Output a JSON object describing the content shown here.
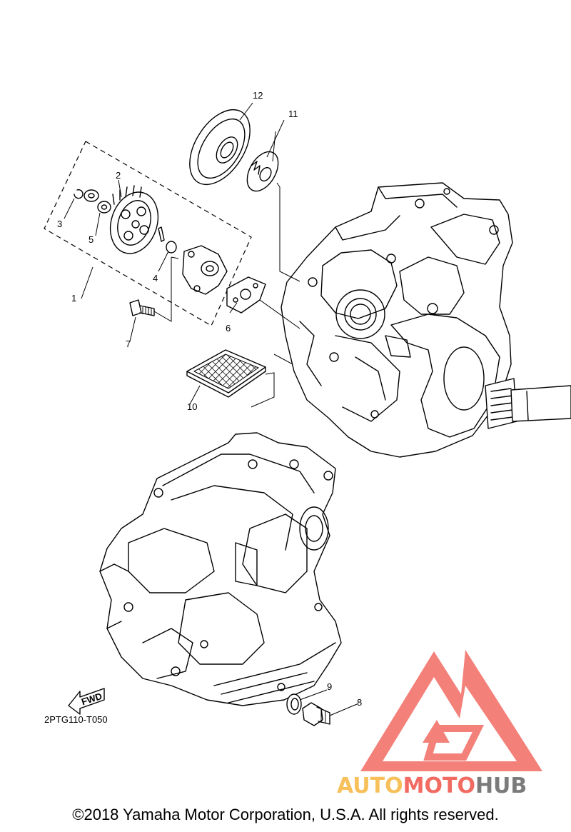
{
  "diagram": {
    "callouts": [
      "1",
      "2",
      "3",
      "4",
      "5",
      "6",
      "7",
      "8",
      "9",
      "10",
      "11",
      "12"
    ],
    "drawing_code": "2PTG110-T050",
    "fwd_label": "FWD"
  },
  "watermark": {
    "brand_part1": "AUTO",
    "brand_part2": "MOTO",
    "brand_part3": "HUB",
    "colors": {
      "auto": "#f7c05a",
      "moto": "#f26b62",
      "hub": "#7b7b7b",
      "logo": "#f26b62"
    }
  },
  "footer": {
    "copyright": "©2018 Yamaha Motor Corporation, U.S.A. All rights reserved."
  }
}
